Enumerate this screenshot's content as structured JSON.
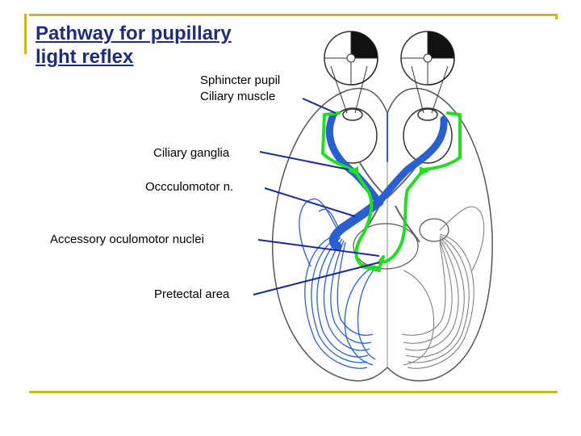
{
  "title": {
    "line1": "Pathway for pupillary",
    "line2": "light reflex"
  },
  "labels": {
    "sphincter": "Sphincter pupil",
    "ciliary_muscle": "Ciliary muscle",
    "ciliary_ganglia": "Ciliary  ganglia",
    "oculomotor": "Occculomotor n.",
    "accessory": "Accessory oculomotor nuclei",
    "pretectal": "Pretectal area"
  },
  "colors": {
    "frame": "#c9b81e",
    "title": "#1f2d7a",
    "pointer": "#1a2a9a",
    "efferent": "#2a5fd0",
    "afferent": "#22dd22",
    "outline": "#555555"
  }
}
